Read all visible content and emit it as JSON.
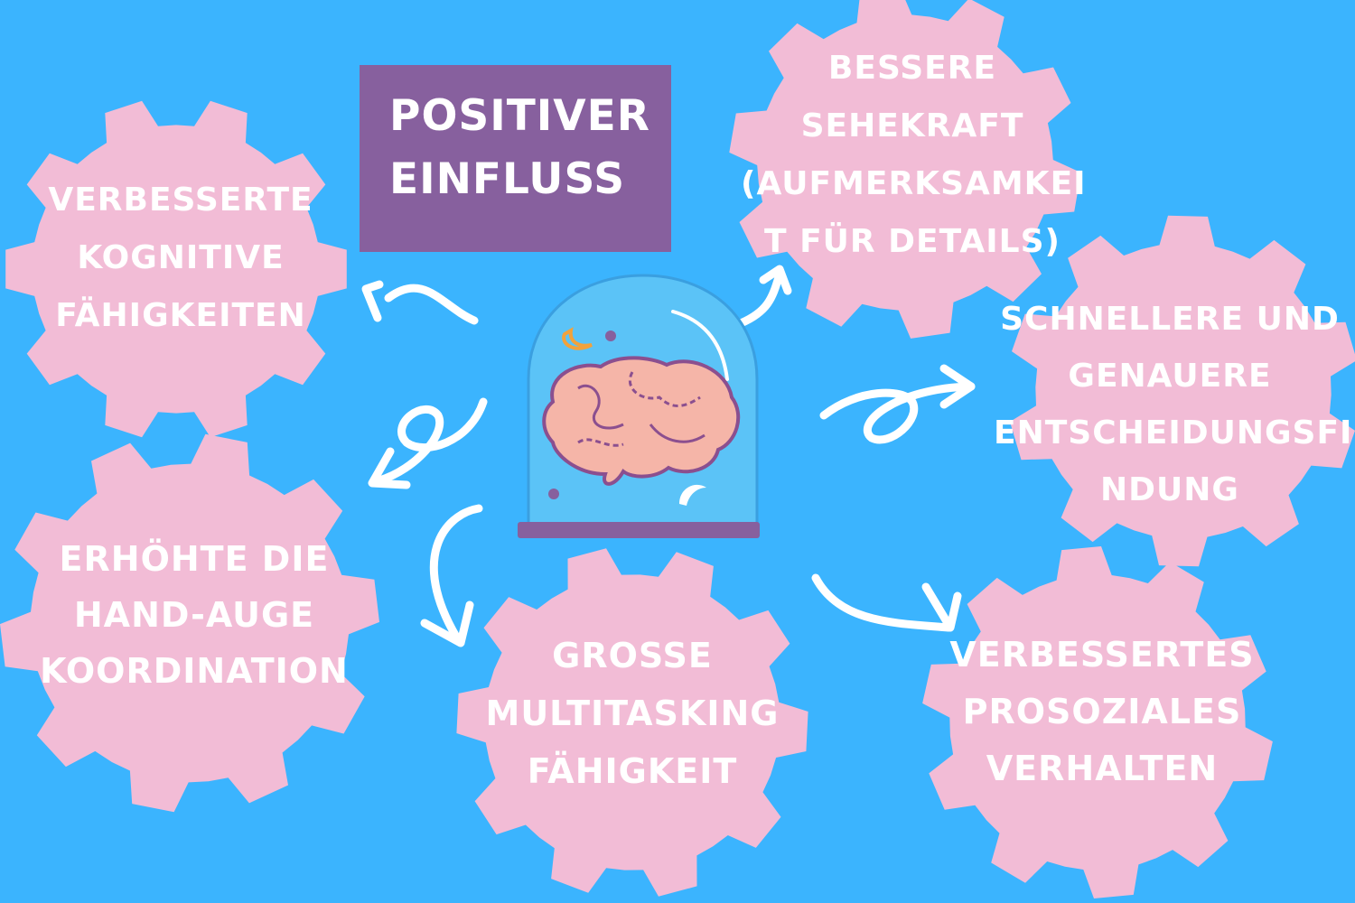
{
  "title": {
    "line1": "POSITIVER",
    "line2": "EINFLUSS"
  },
  "colors": {
    "background": "#3bb4fe",
    "gear": "#f2bcd6",
    "title_box": "#87609e",
    "text": "#ffffff",
    "jar": "#5bc3f7",
    "brain": "#f5b5a8",
    "brain_outline": "#8b4f8f",
    "base": "#87609e"
  },
  "center_icon": "brain-in-jar-icon",
  "effects": [
    {
      "lines": [
        "VERBESSERTE",
        "KOGNITIVE",
        "FÄHIGKEITEN"
      ]
    },
    {
      "lines": [
        "BESSERE",
        "SEHEKRAFT",
        "(AUFMERKSAMKEI",
        "T FÜR DETAILS)"
      ]
    },
    {
      "lines": [
        "SCHNELLERE UND",
        "GENAUERE",
        "ENTSCHEIDUNGSFI",
        "NDUNG"
      ]
    },
    {
      "lines": [
        "ERHÖHTE DIE",
        "HAND-AUGE",
        "KOORDINATION"
      ]
    },
    {
      "lines": [
        "GROßE",
        "MULTITASKING",
        "FÄHIGKEIT"
      ]
    },
    {
      "lines": [
        "VERBESSERTES",
        "PROSOZIALES",
        "VERHALTEN"
      ]
    }
  ]
}
